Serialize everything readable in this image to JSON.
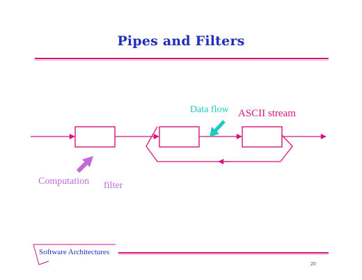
{
  "slide": {
    "title": "Pipes and Filters",
    "page_number": "20"
  },
  "diagram": {
    "labels": {
      "data_flow": "Data flow",
      "ascii_stream": "ASCII stream",
      "computation": "Computation",
      "filter": "filter"
    }
  },
  "footer": {
    "text": "Software Architectures"
  },
  "colors": {
    "title": "#1f2fb8",
    "accent": "#d4147a",
    "data_flow_pointer": "#1ec9c0",
    "computation_pointer": "#c06ad8",
    "footer_text": "#1f2fb8"
  }
}
